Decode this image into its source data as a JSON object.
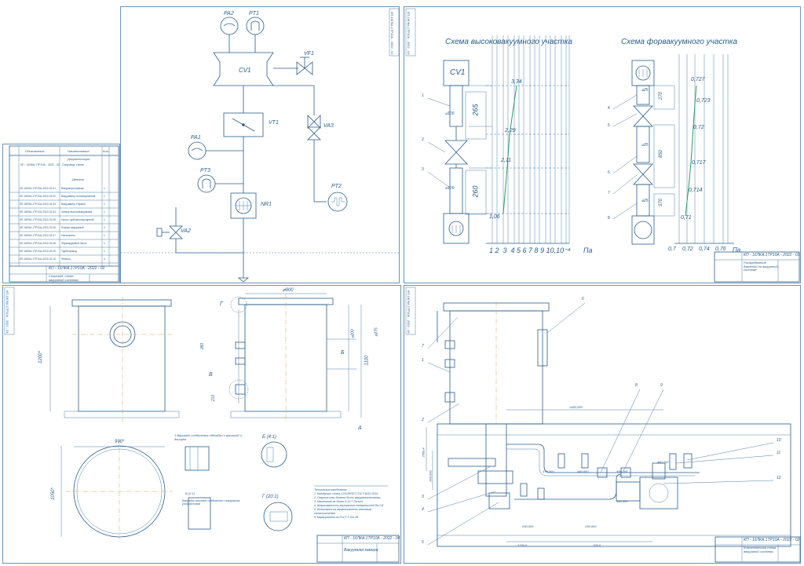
{
  "spec_sheet": {
    "headers": [
      "Обозначение",
      "Наименование",
      "Кол."
    ],
    "section_docs": "Документация",
    "doc_row": {
      "code": "КП - 16ЛКА.1ТР10А - 2022 - 02",
      "name": "Сопровод. схема"
    },
    "section_details": "Детали",
    "rows": [
      {
        "code": "КП-16ЛКА.1ТР10А-2022-02.01",
        "name": "Вакуумная камера",
        "qty": "1"
      },
      {
        "code": "КП-16ЛКА.1ТР10А-2022-02.02",
        "name": "Вакуумметр ионизационный",
        "qty": "1"
      },
      {
        "code": "КП-16ЛКА.1ТР10А-2022-02.03",
        "name": "Вакуумметр Пирани",
        "qty": "1"
      },
      {
        "code": "КП-16ЛКА.1ТР10А-2022-02.04",
        "name": "Затвор высоковакуумный",
        "qty": "1"
      },
      {
        "code": "КП-16ЛКА.1ТР10А-2022-02.05",
        "name": "Насос турбомолекулярный",
        "qty": "1"
      },
      {
        "code": "КП-16ЛКА.1ТР10А-2022-02.06",
        "name": "Клапан вакуумный",
        "qty": "2"
      },
      {
        "code": "КП-16ЛКА.1ТР10А-2022-02.07",
        "name": "Натекатель",
        "qty": "1"
      },
      {
        "code": "КП-16ЛКА.1ТР10А-2022-02.08",
        "name": "Форвакуумный насос",
        "qty": "1"
      },
      {
        "code": "КП-16ЛКА.1ТР10А-2022-02.09",
        "name": "Трубопровод",
        "qty": "1"
      },
      {
        "code": "КП-16ЛКА.1ТР10А-2022-02.10",
        "name": "Фланец",
        "qty": "4"
      }
    ],
    "stamp_code": "КП - 16ЛКА.1ТР10А - 2022 - 02",
    "stamp_name": "Сопровод. схема вакуумной системы"
  },
  "scheme": {
    "side_code": "КП-16ЛКА.1ТР10А - 2022 - 02",
    "labels": {
      "pa2": "PA2",
      "pt1": "PT1",
      "cv1": "CV1",
      "vf1": "VF1",
      "vt1": "VT1",
      "va3": "VA3",
      "pa1": "PA1",
      "pt3": "PT3",
      "nr1": "NR1",
      "pt2": "PT2",
      "va2": "VA2"
    }
  },
  "graphs": {
    "side_code": "КП-16ЛКА.1ТР10А - 2022 - 03",
    "title_hv": "Схема высоковакуумного участка",
    "title_fv": "Схема форвакуумного участка",
    "hv": {
      "box_top": "CV1",
      "dim_upper": "265",
      "dim_lower": "260",
      "diam_upper": "⌀100",
      "diam_lower": "⌀100",
      "values": [
        "3,34",
        "2,29",
        "2,11",
        "1,06"
      ],
      "xticks": "1 2  3  4 5 6 7 8 9 10,10⁻⁴",
      "unit": "Па",
      "callouts": [
        "1",
        "2",
        "3"
      ]
    },
    "fv": {
      "dims": [
        "270",
        "850",
        "370"
      ],
      "diams": [
        "⌀25",
        "⌀25",
        "⌀25"
      ],
      "values": [
        "0,727",
        "0,723",
        "0,72",
        "0,717",
        "0,714",
        "0,71"
      ],
      "xticks": [
        "0,7",
        "0,72",
        "0,74",
        "0,76"
      ],
      "unit": "Па",
      "callouts": [
        "4",
        "5",
        "6",
        "7",
        "8"
      ]
    },
    "stamp_code": "КП - 16ЛКА.1ТР10А - 2022 - 03",
    "stamp_name": "Распределение давлений по вакуумной системе"
  },
  "chamber": {
    "side_code": "КП-16ЛКА.1ТР10А - 2022 - 04",
    "dims": {
      "width": "⌀900",
      "height": "1200*",
      "height2": "1100",
      "d1": "⌀200",
      "d2": "⌀275",
      "d3": "280",
      "d4": "210",
      "diam_big": "990*",
      "diam_inner": "1050*"
    },
    "views": {
      "g": "Г",
      "v": "В",
      "b": "Б",
      "a": "А",
      "b41": "Б (4:1)",
      "g201": "Г (20:1)",
      "v21": "В (2:1)"
    },
    "notes_weld": "1.Вариант соединения обечайки с крышкой и днищем",
    "notes_port": "Вакуумно-плотное соединение с вакуумным устройством",
    "tech_title": "Технические требования",
    "tech_reqs": [
      "1. Материал: сталь 12Х18Н10Т ГОСТ 5632-2014",
      "2. Сварные швы должны быть вакуумноплотными",
      "3. Натекание не более 5·10⁻⁹ Па·м³/с",
      "4. Шероховатость внутренних поверхностей Ra 0,8",
      "5. Испытания на герметичность гелиевым течеискателем",
      "6. Маркировать по ГОСТ 2.314-68"
    ],
    "stamp_code": "КП - 16ЛКА.1ТР10А - 2022 - 04",
    "stamp_name": "Вакуумная камера"
  },
  "assembly": {
    "side_code": "КП-16ЛКА.1ТР10А - 2022 - 05",
    "callouts": [
      "1",
      "2",
      "3",
      "4",
      "5",
      "6",
      "7",
      "8",
      "9",
      "10",
      "11",
      "12"
    ],
    "dims": [
      "1460,000",
      "590,100",
      "370,000",
      "440,000",
      "440,100",
      "490,000",
      "290,000",
      "290,000",
      "2500,4",
      "660,000",
      "1750,0",
      "700,0"
    ],
    "stamp_code": "КП - 16ЛКА.1ТР10А - 2022 - 02",
    "stamp_name": "Компоновочная схема вакуумной системы"
  }
}
